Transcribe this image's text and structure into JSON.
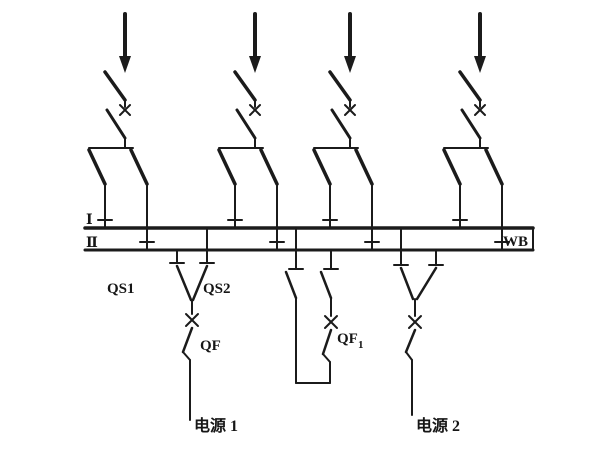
{
  "diagram": {
    "bus": {
      "bus1_label": "Ⅰ",
      "bus2_label": "Ⅱ",
      "busbar_label": "WB"
    },
    "labels": {
      "qs1": "QS1",
      "qs2": "QS2",
      "qf_source1": "QF",
      "qf_coupler_base": "QF",
      "qf_coupler_sub": "1",
      "source1": "电源 1",
      "source2": "电源 2"
    },
    "colors": {
      "line": "#1b1b1b",
      "background": "#ffffff"
    }
  }
}
